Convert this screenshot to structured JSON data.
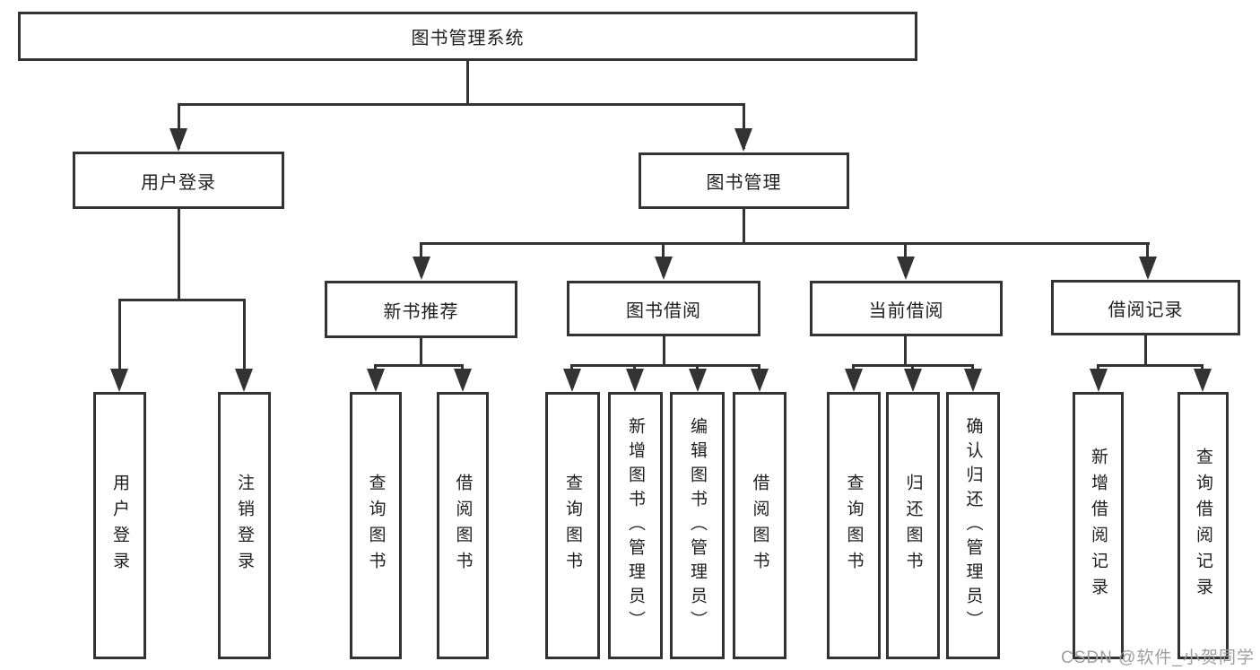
{
  "diagram": {
    "type": "tree",
    "title": "图书管理系统",
    "children": [
      {
        "label": "用户登录",
        "children": [
          "用户登录",
          "注销登录"
        ]
      },
      {
        "label": "图书管理",
        "children": [
          {
            "label": "新书推荐",
            "children": [
              "查询图书",
              "借阅图书"
            ]
          },
          {
            "label": "图书借阅",
            "children": [
              "查询图书",
              "新增图书（管理员）",
              "编辑图书（管理员）",
              "借阅图书"
            ]
          },
          {
            "label": "当前借阅",
            "children": [
              "查询图书",
              "归还图书",
              "确认归还（管理员）"
            ]
          },
          {
            "label": "借阅记录",
            "children": [
              "新增借阅记录",
              "查询借阅记录"
            ]
          }
        ]
      }
    ]
  },
  "watermark": {
    "text": "CSDN @软件_小贺同学"
  },
  "colors": {
    "line": "#333333",
    "box_border": "#333333",
    "box_fill": "#ffffff",
    "text": "#1f1f1f",
    "watermark_text": "#9e9e9e",
    "background": "#ffffff"
  }
}
